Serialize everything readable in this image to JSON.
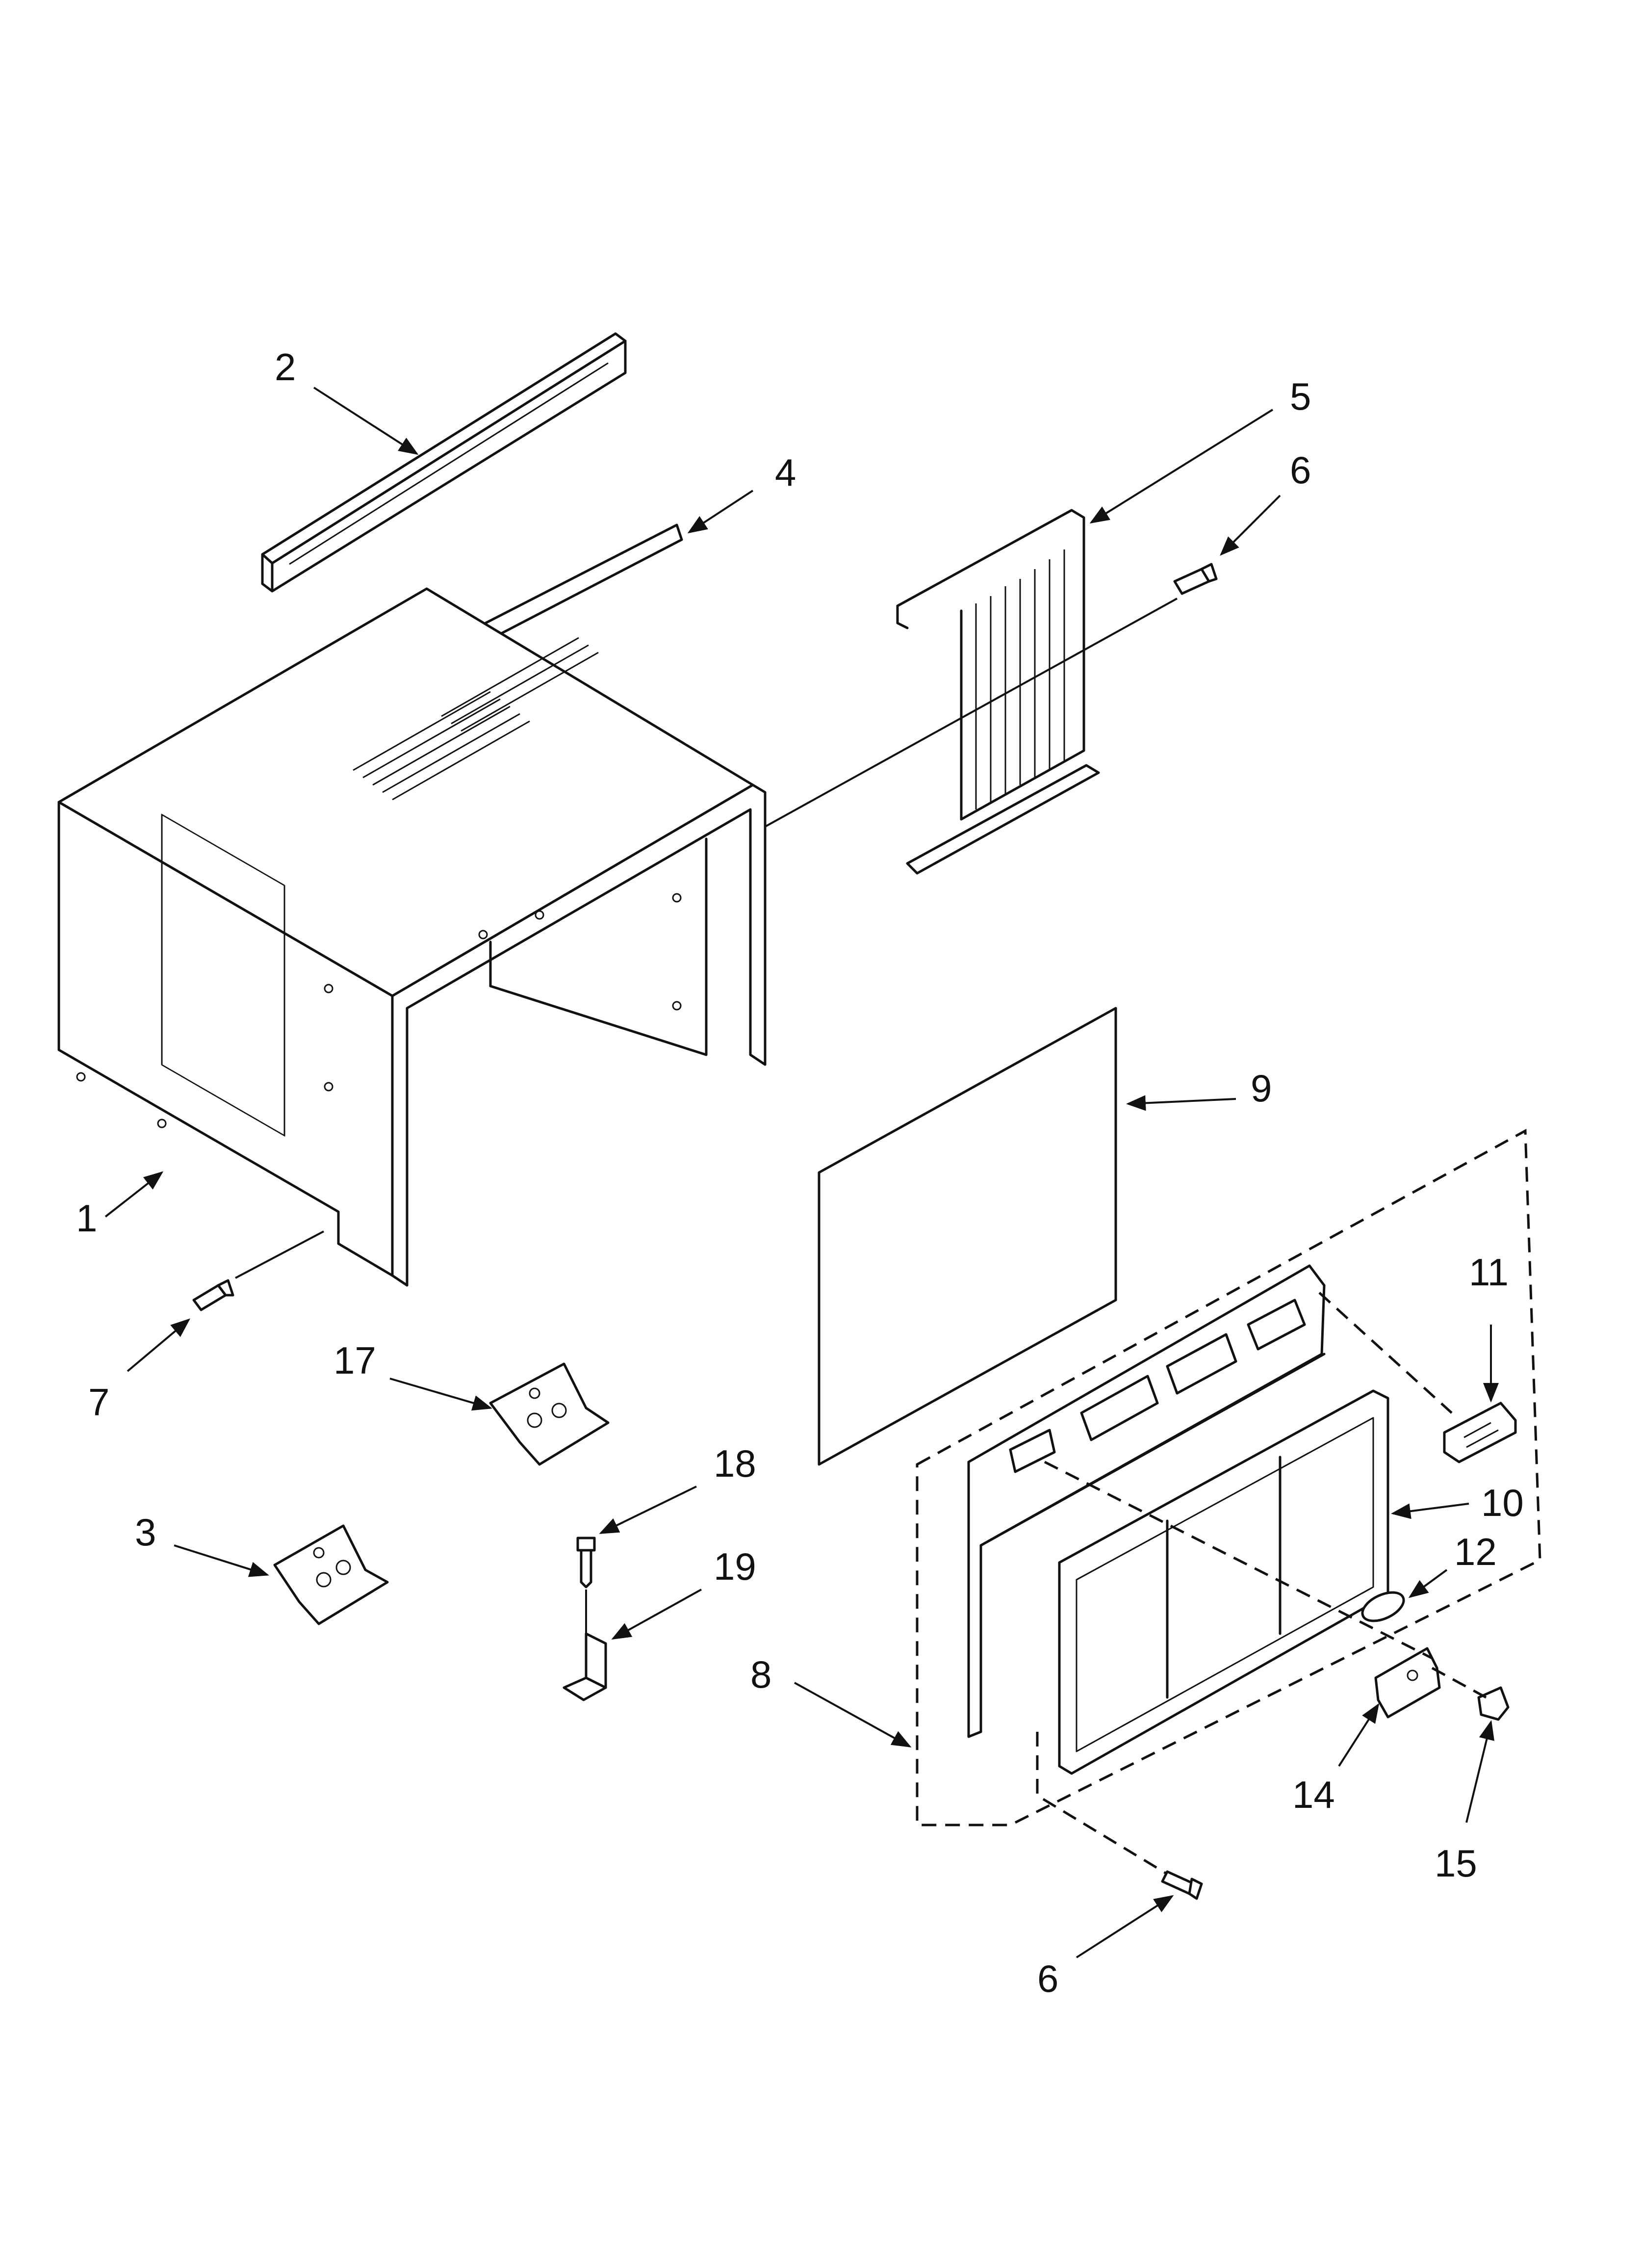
{
  "diagram": {
    "callouts": [
      {
        "id": "c1",
        "label": "1"
      },
      {
        "id": "c2",
        "label": "2"
      },
      {
        "id": "c3",
        "label": "3"
      },
      {
        "id": "c4",
        "label": "4"
      },
      {
        "id": "c5",
        "label": "5"
      },
      {
        "id": "c6a",
        "label": "6"
      },
      {
        "id": "c6b",
        "label": "6"
      },
      {
        "id": "c7",
        "label": "7"
      },
      {
        "id": "c8",
        "label": "8"
      },
      {
        "id": "c9",
        "label": "9"
      },
      {
        "id": "c10",
        "label": "10"
      },
      {
        "id": "c11",
        "label": "11"
      },
      {
        "id": "c12",
        "label": "12"
      },
      {
        "id": "c14",
        "label": "14"
      },
      {
        "id": "c15",
        "label": "15"
      },
      {
        "id": "c17",
        "label": "17"
      },
      {
        "id": "c18",
        "label": "18"
      },
      {
        "id": "c19",
        "label": "19"
      }
    ]
  }
}
